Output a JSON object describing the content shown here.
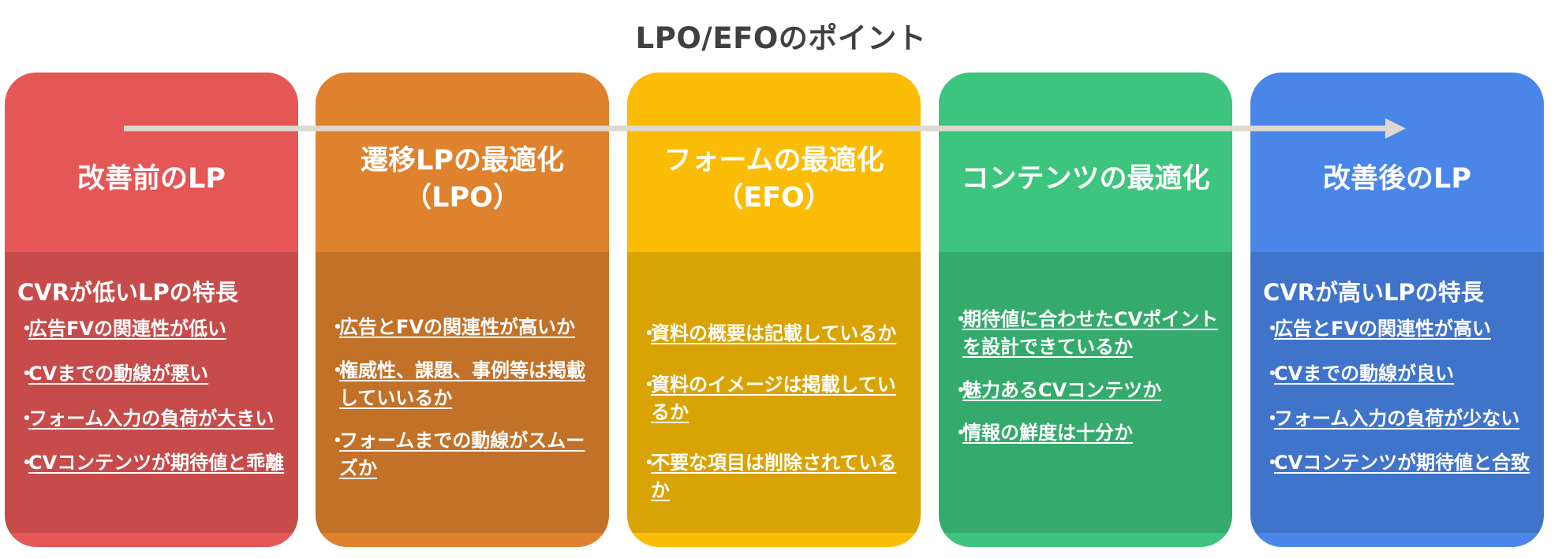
{
  "title": "LPO/EFOのポイント",
  "columns": [
    {
      "color": "#E45756",
      "heading": [
        "改善前のLP"
      ],
      "feature": "CVRが低いLPの特長",
      "items": [
        "広告FVの関連性が低い",
        "CVまでの動線が悪い",
        "フォーム入力の負荷が大きい",
        "CVコンテンツが期待値と乖離"
      ]
    },
    {
      "color": "#DE822E",
      "heading": [
        "遷移LPの最適化",
        "（LPO）"
      ],
      "feature": "",
      "items": [
        "広告とFVの関連性が高いか",
        "権威性、課題、事例等は掲載していいるか",
        "フォームまでの動線がスムーズか"
      ]
    },
    {
      "color": "#FBBC05",
      "heading": [
        "フォームの最適化",
        "（EFO）"
      ],
      "feature": "",
      "items": [
        "資料の概要は記載しているか",
        "資料のイメージは掲載しているか",
        "不要な項目は削除されているか"
      ]
    },
    {
      "color": "#3DC47E",
      "heading": [
        "コンテンツの最適化"
      ],
      "feature": "",
      "items": [
        "期待値に合わせたCVポイントを設計できているか",
        "魅力あるCVコンテツか",
        "情報の鮮度は十分か"
      ]
    },
    {
      "color": "#4A86E8",
      "heading": [
        "改善後のLP"
      ],
      "feature": "CVRが高いLPの特長",
      "items": [
        "広告とFVの関連性が高い",
        "CVまでの動線が良い",
        "フォーム入力の負荷が少ない",
        "CVコンテンツが期待値と合致"
      ]
    }
  ],
  "bullet": "・",
  "arrow_color": "#DDD9CE"
}
